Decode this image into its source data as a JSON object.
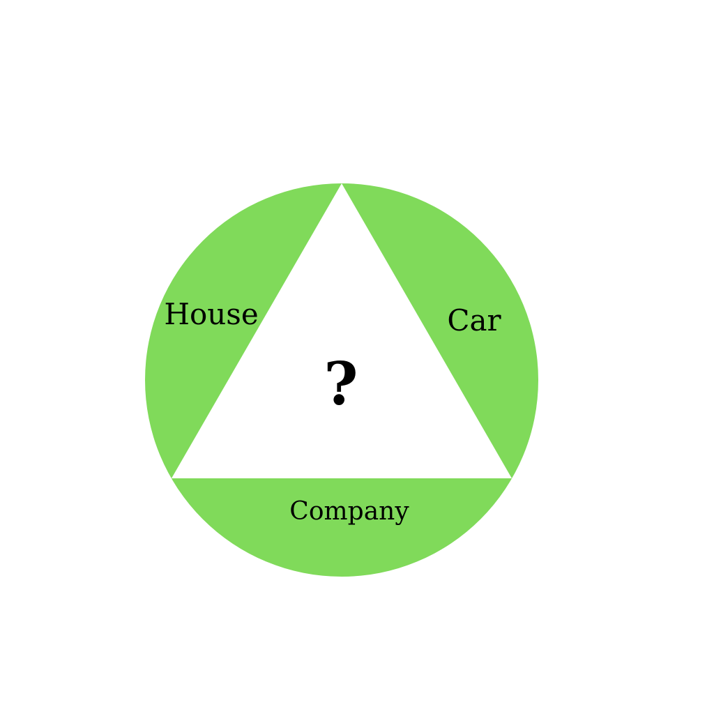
{
  "diagram": {
    "colors": {
      "ring": "#80da5a",
      "center": "#ffffff",
      "text": "#000000"
    },
    "segments": {
      "left": "House",
      "right": "Car",
      "bottom": "Company"
    },
    "center_text": "?"
  }
}
